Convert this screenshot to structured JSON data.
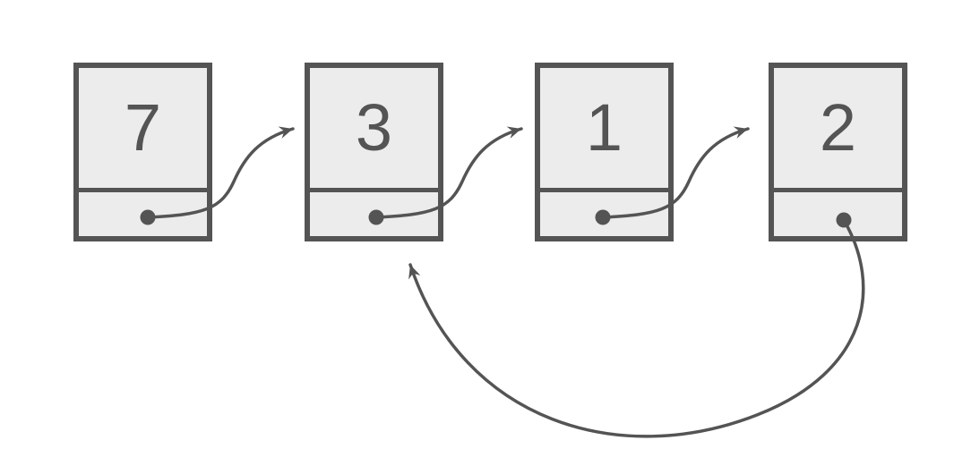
{
  "diagram": {
    "kind": "singly-linked-list-with-cycle",
    "nodes": [
      {
        "value": "7"
      },
      {
        "value": "3"
      },
      {
        "value": "1"
      },
      {
        "value": "2"
      }
    ],
    "edges": [
      {
        "from_value": "7",
        "to_value": "3",
        "type": "next-pointer"
      },
      {
        "from_value": "3",
        "to_value": "1",
        "type": "next-pointer"
      },
      {
        "from_value": "1",
        "to_value": "2",
        "type": "next-pointer"
      },
      {
        "from_value": "2",
        "to_value": "3",
        "type": "cycle-back-pointer"
      }
    ],
    "colors": {
      "background": "#ffffff",
      "node_fill": "#ececec",
      "stroke": "#545454",
      "value_text": "#545454"
    }
  }
}
